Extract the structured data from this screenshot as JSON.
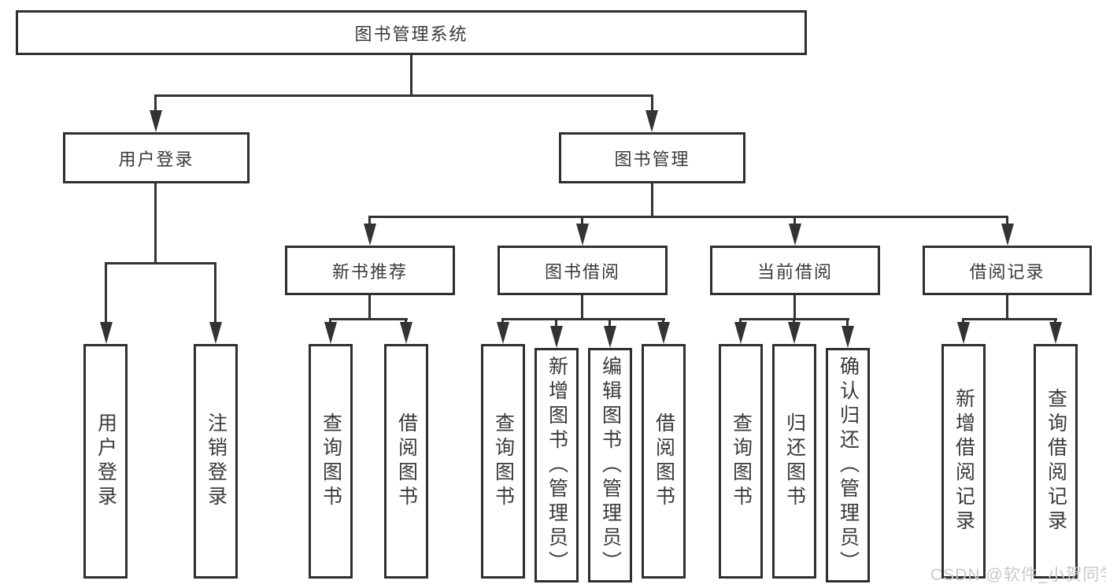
{
  "tree": {
    "root": "图书管理系统",
    "branches": [
      {
        "label": "用户登录",
        "children": [
          "用户登录",
          "注销登录"
        ]
      },
      {
        "label": "图书管理",
        "modules": [
          {
            "label": "新书推荐",
            "children": [
              "查询图书",
              "借阅图书"
            ]
          },
          {
            "label": "图书借阅",
            "children": [
              "查询图书",
              "新增图书（管理员）",
              "编辑图书（管理员）",
              "借阅图书"
            ]
          },
          {
            "label": "当前借阅",
            "children": [
              "查询图书",
              "归还图书",
              "确认归还（管理员）"
            ]
          },
          {
            "label": "借阅记录",
            "children": [
              "新增借阅记录",
              "查询借阅记录"
            ]
          }
        ]
      }
    ]
  },
  "watermark": {
    "text": "CSDN @软件_小贺同学"
  },
  "colors": {
    "line": "#333333",
    "box_border": "#2f2f2f",
    "text": "#3a3a3a",
    "watermark": "#c9c9c9",
    "background": "#ffffff"
  }
}
